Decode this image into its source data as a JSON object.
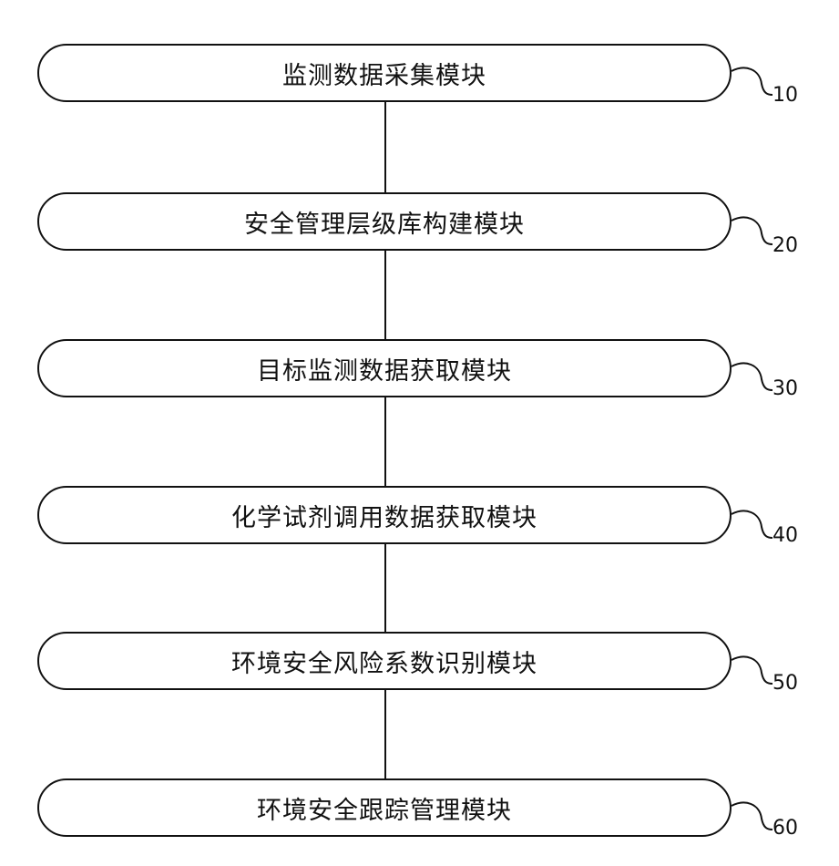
{
  "modules": [
    {
      "label": "监测数据采集模块",
      "ref": "10"
    },
    {
      "label": "安全管理层级库构建模块",
      "ref": "20"
    },
    {
      "label": "目标监测数据获取模块",
      "ref": "30"
    },
    {
      "label": "化学试剂调用数据获取模块",
      "ref": "40"
    },
    {
      "label": "环境安全风险系数识别模块",
      "ref": "50"
    },
    {
      "label": "环境安全跟踪管理模块",
      "ref": "60"
    }
  ],
  "colors": {
    "stroke": "#111111",
    "background": "#ffffff"
  }
}
